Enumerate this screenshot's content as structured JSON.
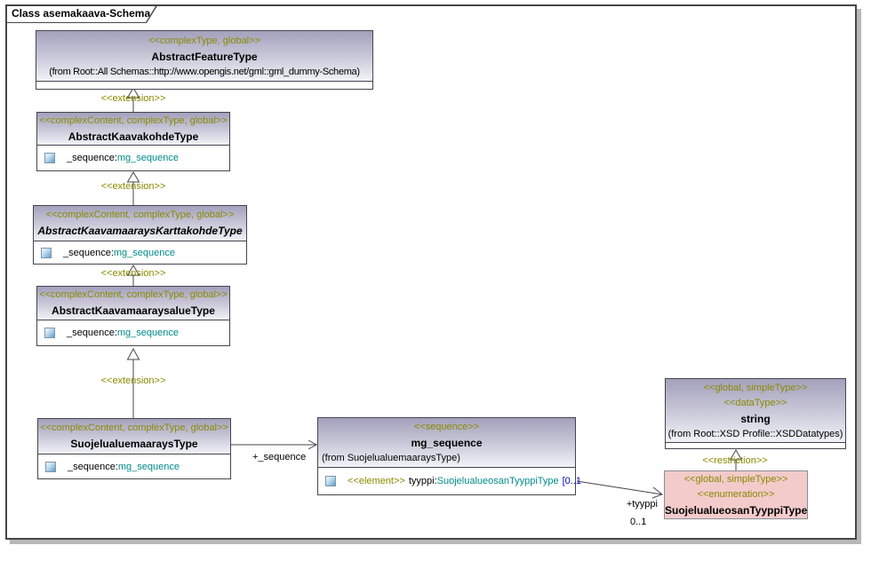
{
  "frame": {
    "title": "Class asemakaava-Schema"
  },
  "colors": {
    "stereotype_text": "#8a8a00",
    "type_reference_text": "#008b8b",
    "multiplicity_text": "#0000bf",
    "header_gradient_top": "#a3a1bc",
    "header_gradient_bottom": "#f2f2f8",
    "enumeration_fill": "#f2cbca",
    "frame_shadow": "#b7b7b7"
  },
  "classes": {
    "abstractFeatureType": {
      "stereotype": "<<complexType, global>>",
      "name": "AbstractFeatureType",
      "from": "(from Root::All Schemas::http://www.opengis.net/gml::gml_dummy-Schema)"
    },
    "abstractKaavakohdeType": {
      "stereotype": "<<complexContent, complexType, global>>",
      "name": "AbstractKaavakohdeType",
      "attr_name": "_sequence:",
      "attr_type": "mg_sequence"
    },
    "abstractKaavamaaraysKarttakohdeType": {
      "stereotype": "<<complexContent, complexType, global>>",
      "name": "AbstractKaavamaaraysKarttakohdeType",
      "attr_name": "_sequence:",
      "attr_type": "mg_sequence"
    },
    "abstractKaavamaaraysalueType": {
      "stereotype": "<<complexContent, complexType, global>>",
      "name": "AbstractKaavamaaraysalueType",
      "attr_name": "_sequence:",
      "attr_type": "mg_sequence"
    },
    "suojelualuemaaraysType": {
      "stereotype": "<<complexContent, complexType, global>>",
      "name": "SuojelualuemaaraysType",
      "attr_name": "_sequence:",
      "attr_type": "mg_sequence"
    },
    "mgSequence": {
      "stereotype": "<<sequence>>",
      "name": "mg_sequence",
      "from": "(from SuojelualuemaaraysType)",
      "attr_stereotype": "<<element>>",
      "attr_name": "tyyppi:",
      "attr_type": "SuojelualueosanTyyppiType",
      "attr_multiplicity": "[0..1"
    },
    "stringType": {
      "stereotype1": "<<global, simpleType>>",
      "stereotype2": "<<dataType>>",
      "name": "string",
      "from": "(from Root::XSD Profile::XSDDatatypes)"
    },
    "suojelualueosanTyyppiType": {
      "stereotype1": "<<global, simpleType>>",
      "stereotype2": "<<enumeration>>",
      "name": "SuojelualueosanTyyppiType"
    }
  },
  "connectors": {
    "extension_label": "<<extension>>",
    "restriction_label": "<<restriction>>",
    "sequence_role_label": "+_sequence",
    "tyyppi_role_label": "+tyyppi",
    "tyyppi_multiplicity": "0..1"
  }
}
